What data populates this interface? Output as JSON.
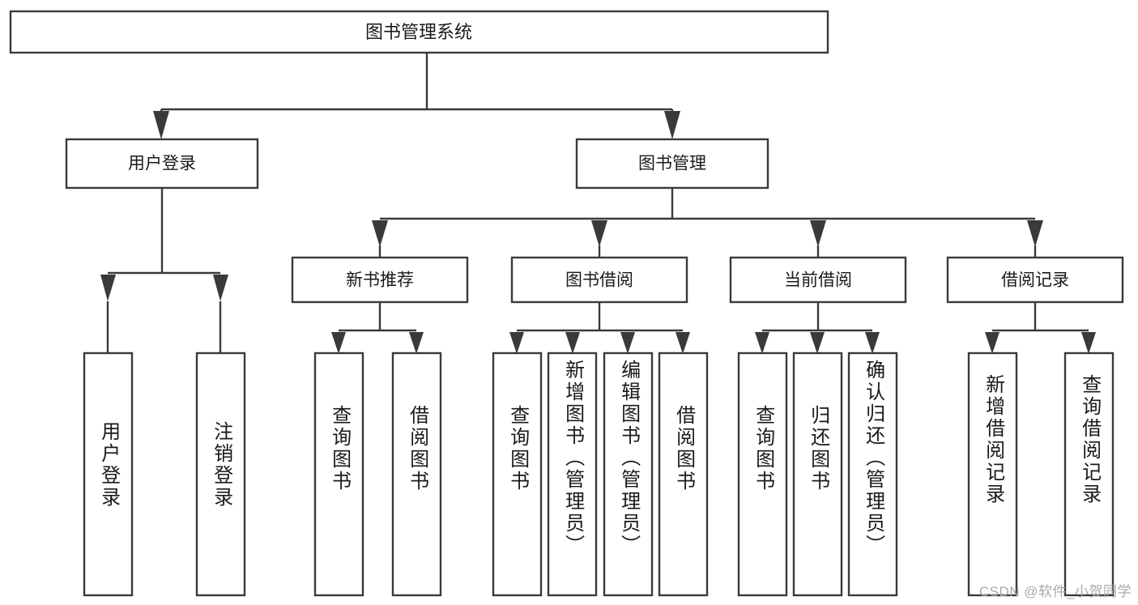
{
  "diagram": {
    "type": "tree-hierarchy",
    "title": "图书管理系统",
    "watermark": "CSDN @软件_小贺同学",
    "colors": {
      "stroke": "#3a3a3a",
      "fill": "#ffffff",
      "text": "#1a1a1a",
      "watermark": "#a8a8a8"
    },
    "root": {
      "label": "图书管理系统"
    },
    "level2": [
      {
        "label": "用户登录"
      },
      {
        "label": "图书管理"
      }
    ],
    "level3": [
      {
        "label": "新书推荐"
      },
      {
        "label": "图书借阅"
      },
      {
        "label": "当前借阅"
      },
      {
        "label": "借阅记录"
      }
    ],
    "leaves": {
      "user_login": [
        {
          "label": "用户登录"
        },
        {
          "label": "注销登录"
        }
      ],
      "new_book_recommend": [
        {
          "label": "查询图书"
        },
        {
          "label": "借阅图书"
        }
      ],
      "book_borrow": [
        {
          "label": "查询图书"
        },
        {
          "label": "新增图书（管理员）"
        },
        {
          "label": "编辑图书（管理员）"
        },
        {
          "label": "借阅图书"
        }
      ],
      "current_borrow": [
        {
          "label": "查询图书"
        },
        {
          "label": "归还图书"
        },
        {
          "label": "确认归还（管理员）"
        }
      ],
      "borrow_record": [
        {
          "label": "新增借阅记录"
        },
        {
          "label": "查询借阅记录"
        }
      ]
    }
  }
}
